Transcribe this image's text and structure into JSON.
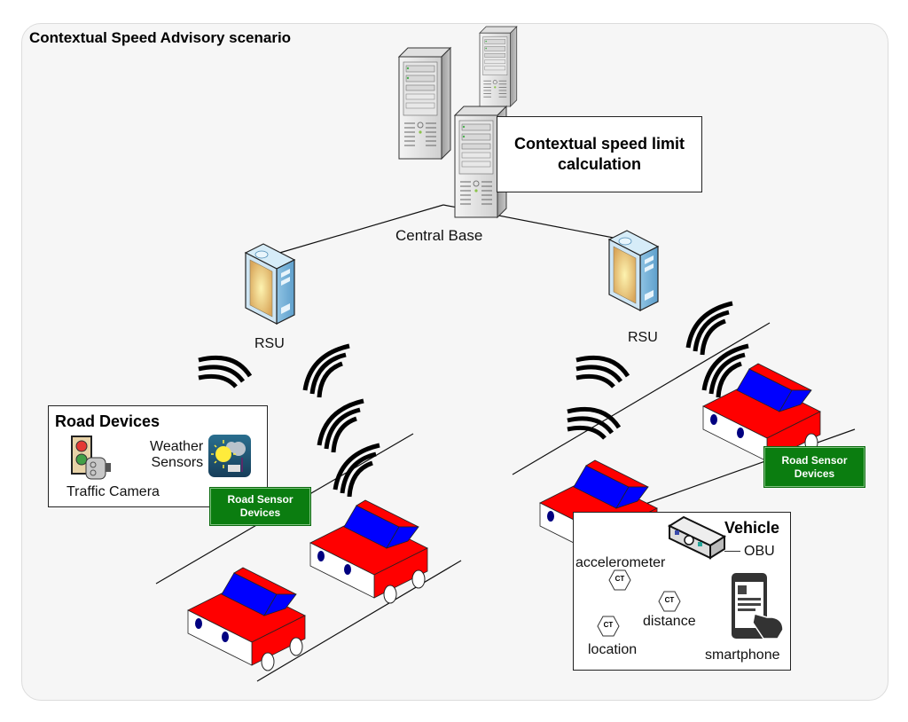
{
  "title": "Contextual Speed Advisory scenario",
  "central": {
    "calc_label": "Contextual speed limit calculation",
    "base_label": "Central Base"
  },
  "rsu": [
    {
      "label": "RSU"
    },
    {
      "label": "RSU"
    }
  ],
  "road_devices": {
    "title": "Road Devices",
    "traffic_camera": "Traffic Camera",
    "weather_sensors_line1": "Weather",
    "weather_sensors_line2": "Sensors"
  },
  "road_sensor_signs": [
    {
      "line1": "Road Sensor",
      "line2": "Devices"
    },
    {
      "line1": "Road Sensor",
      "line2": "Devices"
    }
  ],
  "vehicle": {
    "title": "Vehicle",
    "obu": "OBU",
    "smartphone": "smartphone",
    "sensors": [
      {
        "label": "accelerometer",
        "badge": "CT"
      },
      {
        "label": "distance",
        "badge": "CT"
      },
      {
        "label": "location",
        "badge": "CT"
      }
    ]
  },
  "colors": {
    "car_body": "#ff0000",
    "car_window": "#0000ff",
    "sign_green": "#0b7d10",
    "background": "#f6f6f6"
  }
}
